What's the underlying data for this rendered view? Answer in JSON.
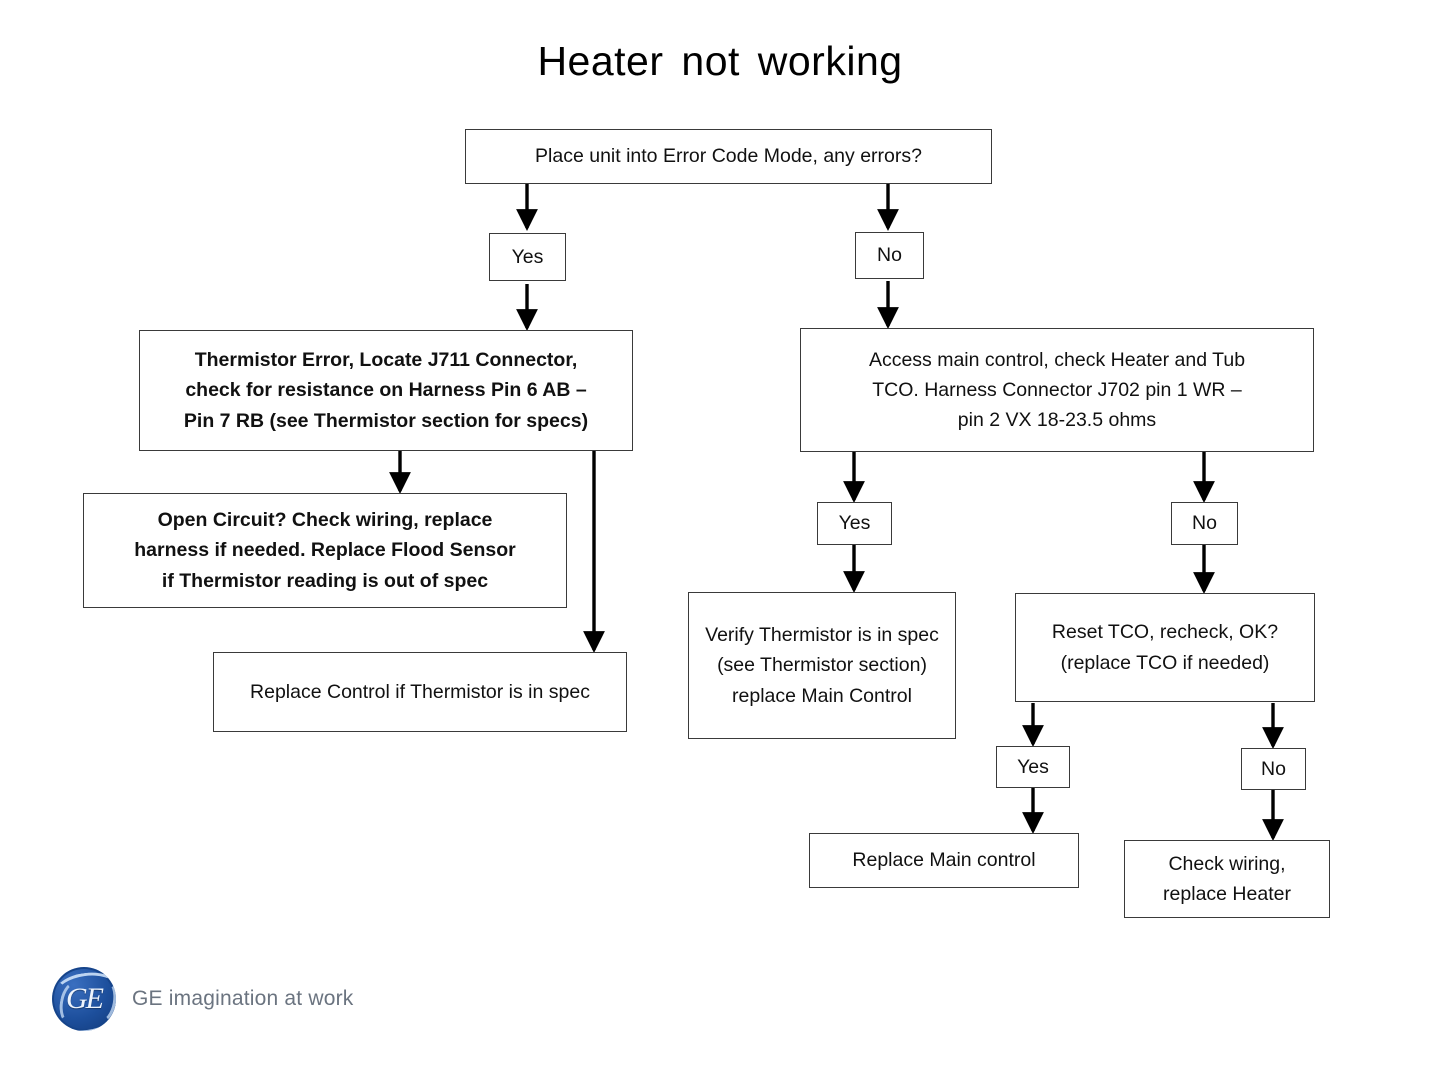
{
  "slide": {
    "title": "Heater  not working",
    "background": "#ffffff",
    "box_border_color": "#3a3a3a",
    "text_color": "#111111"
  },
  "flowchart": {
    "type": "flowchart",
    "nodes": {
      "start": "Place unit into Error Code Mode, any errors?",
      "yes_1": "Yes",
      "no_1": "No",
      "thermistor_error": "Thermistor Error, Locate J711 Connector,\ncheck for resistance on Harness Pin 6 AB –\nPin 7 RB (see Thermistor section for specs)",
      "open_circuit": "Open Circuit? Check wiring, replace\nharness if needed.  Replace Flood Sensor\nif Thermistor reading is out of spec",
      "replace_control": "Replace Control if Thermistor is in spec",
      "access_main_control": "Access main control, check Heater and Tub\nTCO. Harness Connector J702   pin 1 WR –\npin 2 VX      18-23.5 ohms",
      "yes_2": "Yes",
      "no_2": "No",
      "verify_thermistor": "Verify Thermistor is in spec (see Thermistor section) replace Main Control",
      "reset_tco": "Reset TCO, recheck, OK? (replace TCO if needed)",
      "yes_3": "Yes",
      "no_3": "No",
      "replace_main_control": "Replace Main control",
      "check_wiring": "Check wiring,\nreplace Heater"
    },
    "edges": [
      {
        "from": "start",
        "to": "yes_1",
        "label": "Yes"
      },
      {
        "from": "start",
        "to": "no_1",
        "label": "No"
      },
      {
        "from": "yes_1",
        "to": "thermistor_error",
        "label": ""
      },
      {
        "from": "thermistor_error",
        "to": "open_circuit",
        "label": ""
      },
      {
        "from": "thermistor_error",
        "to": "replace_control",
        "label": ""
      },
      {
        "from": "no_1",
        "to": "access_main_control",
        "label": ""
      },
      {
        "from": "access_main_control",
        "to": "yes_2",
        "label": "Yes"
      },
      {
        "from": "access_main_control",
        "to": "no_2",
        "label": "No"
      },
      {
        "from": "yes_2",
        "to": "verify_thermistor",
        "label": ""
      },
      {
        "from": "no_2",
        "to": "reset_tco",
        "label": ""
      },
      {
        "from": "reset_tco",
        "to": "yes_3",
        "label": "Yes"
      },
      {
        "from": "reset_tco",
        "to": "no_3",
        "label": "No"
      },
      {
        "from": "yes_3",
        "to": "replace_main_control",
        "label": ""
      },
      {
        "from": "no_3",
        "to": "check_wiring",
        "label": ""
      }
    ]
  },
  "branding": {
    "monogram": "GE",
    "tagline": "GE imagination at work",
    "brand_color": "#1d4f9c",
    "tagline_color": "#6b7480"
  }
}
